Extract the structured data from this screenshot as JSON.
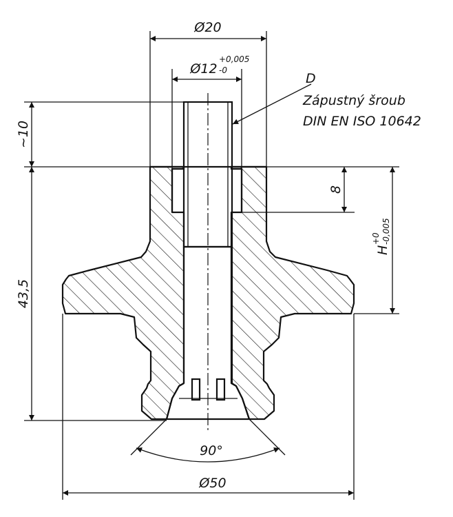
{
  "drawing": {
    "dim_outer_top": "Ø20",
    "dim_bore": "Ø12",
    "dim_bore_tol_upper": "+0,005",
    "dim_bore_tol_lower": "-0",
    "callout_letter": "D",
    "callout_line1": "Zápustný šroub",
    "callout_line2": "DIN EN ISO 10642",
    "dim_top_height": "~10",
    "dim_total_height": "43,5",
    "dim_counterbore_depth": "8",
    "dim_h_label": "H",
    "dim_h_tol_upper": "+0",
    "dim_h_tol_lower": "-0,005",
    "dim_angle": "90°",
    "dim_base_diameter": "Ø50"
  },
  "colors": {
    "line": "#111111",
    "background": "#ffffff"
  }
}
